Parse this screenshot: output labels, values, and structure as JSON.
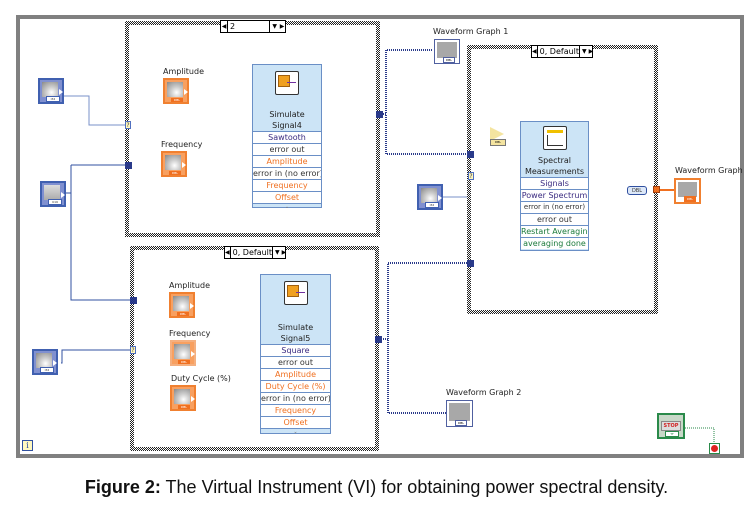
{
  "diagram": {
    "case_structures": {
      "top_left": {
        "selector": "2"
      },
      "bottom_left": {
        "selector": "0, Default"
      },
      "right": {
        "selector": "0, Default"
      }
    },
    "simulate_signal_4": {
      "title_line1": "Simulate",
      "title_line2": "Signal4",
      "rows": [
        "Sawtooth",
        "error out",
        "Amplitude",
        "error in (no error)",
        "Frequency",
        "Offset"
      ],
      "inputs": [
        {
          "label": "Amplitude",
          "tag": "DBL"
        },
        {
          "label": "Frequency",
          "tag": "DBL"
        }
      ]
    },
    "simulate_signal_5": {
      "title_line1": "Simulate",
      "title_line2": "Signal5",
      "rows": [
        "Square",
        "error out",
        "Amplitude",
        "Duty Cycle (%)",
        "error in (no error)",
        "Frequency",
        "Offset"
      ],
      "inputs": [
        {
          "label": "Amplitude",
          "tag": "DBL"
        },
        {
          "label": "Frequency",
          "tag": "DBL"
        },
        {
          "label": "Duty Cycle (%)",
          "tag": "DBL"
        }
      ]
    },
    "spectral_measurements": {
      "title_line1": "Spectral",
      "title_line2": "Measurements",
      "rows": [
        "Signals",
        "Power Spectrum",
        "error in (no error)",
        "error out",
        "Restart Averaging",
        "averaging done"
      ]
    },
    "left_controls": [
      {
        "name": "selector-knob-1",
        "tag": "I32"
      },
      {
        "name": "enum-control",
        "tag": "U16"
      },
      {
        "name": "selector-knob-2",
        "tag": "I32"
      }
    ],
    "middle_control": {
      "tag": "I32"
    },
    "graphs": {
      "graph1": {
        "label": "Waveform Graph 1",
        "tag": "DBL"
      },
      "graph2": {
        "label": "Waveform Graph 2",
        "tag": "DBL"
      },
      "graph": {
        "label": "Waveform Graph",
        "tag": "DBL"
      }
    },
    "multiply_tag": "DBL",
    "converter_tag": "DBL",
    "stop_button": {
      "label": "STOP",
      "tag": "TF"
    },
    "iteration_terminal": "i",
    "selector_term_symbol": "?"
  },
  "caption": {
    "bold": "Figure 2:",
    "text": " The Virtual Instrument (VI) for obtaining power spectral density."
  }
}
